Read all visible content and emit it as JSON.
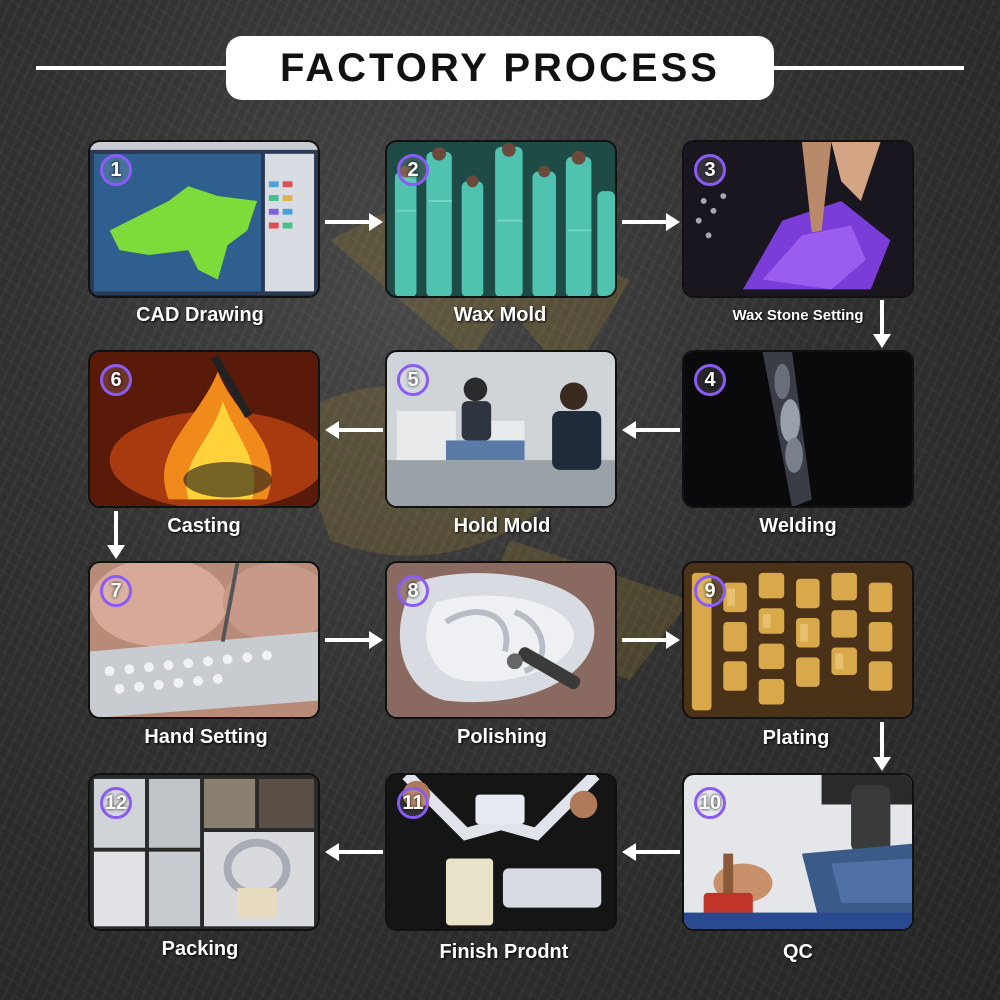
{
  "title": "FACTORY PROCESS",
  "steps": [
    {
      "number": "1",
      "label": "CAD Drawing"
    },
    {
      "number": "2",
      "label": "Wax Mold"
    },
    {
      "number": "3",
      "label": "Wax Stone Setting"
    },
    {
      "number": "4",
      "label": "Welding"
    },
    {
      "number": "5",
      "label": "Hold Mold"
    },
    {
      "number": "6",
      "label": "Casting"
    },
    {
      "number": "7",
      "label": "Hand Setting"
    },
    {
      "number": "8",
      "label": "Polishing"
    },
    {
      "number": "9",
      "label": "Plating"
    },
    {
      "number": "10",
      "label": "QC"
    },
    {
      "number": "11",
      "label": "Finish Prodnt"
    },
    {
      "number": "12",
      "label": "Packing"
    }
  ],
  "colors": {
    "badge_ring": "#8a5cf5",
    "background": "#333333",
    "text": "#ffffff"
  },
  "icons": {
    "arrow": "arrow-icon",
    "badge": "step-number-badge"
  }
}
